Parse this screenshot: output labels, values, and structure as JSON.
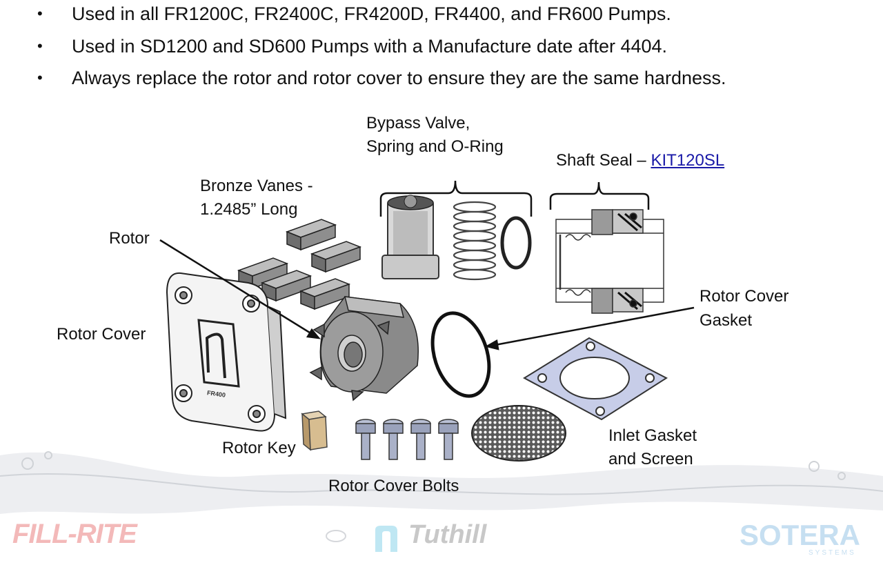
{
  "bullets": [
    "Used in all FR1200C, FR2400C, FR4200D, FR4400, and FR600 Pumps.",
    "Used in SD1200 and SD600 Pumps with a Manufacture date after 4404.",
    "Always replace the rotor and rotor cover to ensure they are the same hardness."
  ],
  "bullet_symbol": "•",
  "labels": {
    "bypass_line1": "Bypass Valve,",
    "bypass_line2": "Spring and O-Ring",
    "shaft_seal": "Shaft Seal – ",
    "shaft_seal_link": "KIT120SL",
    "vanes_line1": "Bronze Vanes -",
    "vanes_line2": "1.2485” Long",
    "rotor": "Rotor",
    "rotor_cover": "Rotor Cover",
    "gasket_line1": "Rotor Cover",
    "gasket_line2": "Gasket",
    "inlet_line1": "Inlet Gasket",
    "inlet_line2": "and Screen",
    "rotor_key": "Rotor Key",
    "bolts": "Rotor Cover Bolts",
    "cover_stamp": "FR400"
  },
  "logos": {
    "fillrite": "FILL-RITE",
    "tuthill": "Tuthill",
    "sotera": "SOTERA",
    "sotera_sub": "SYSTEMS"
  },
  "colors": {
    "link": "#1a1aa8",
    "fillrite": "#f3b9b9",
    "tuthill": "#bfe7f3",
    "sotera": "#c6dff1",
    "gasket_fill": "#c7cde8",
    "metal": "#8e8e8e"
  }
}
